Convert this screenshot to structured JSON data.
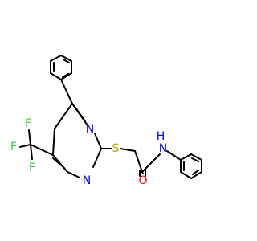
{
  "molecule": {
    "atoms": {
      "n_pyr_top": {
        "symbol": "N",
        "color": "#0000ff"
      },
      "n_pyr_bottom": {
        "symbol": "N",
        "color": "#0000ff"
      },
      "s_thioether": {
        "symbol": "S",
        "color": "#b8a800"
      },
      "n_amide": {
        "symbol": "N",
        "color": "#0000ff"
      },
      "h_amide": {
        "symbol": "H",
        "color": "#0000ff"
      },
      "o_carbonyl": {
        "symbol": "O",
        "color": "#ff0000"
      },
      "f_top": {
        "symbol": "F",
        "color": "#33cc33"
      },
      "f_left": {
        "symbol": "F",
        "color": "#33cc33"
      },
      "f_bottom": {
        "symbol": "F",
        "color": "#33cc33"
      }
    },
    "bond_color": "#000000",
    "background": "#ffffff"
  }
}
